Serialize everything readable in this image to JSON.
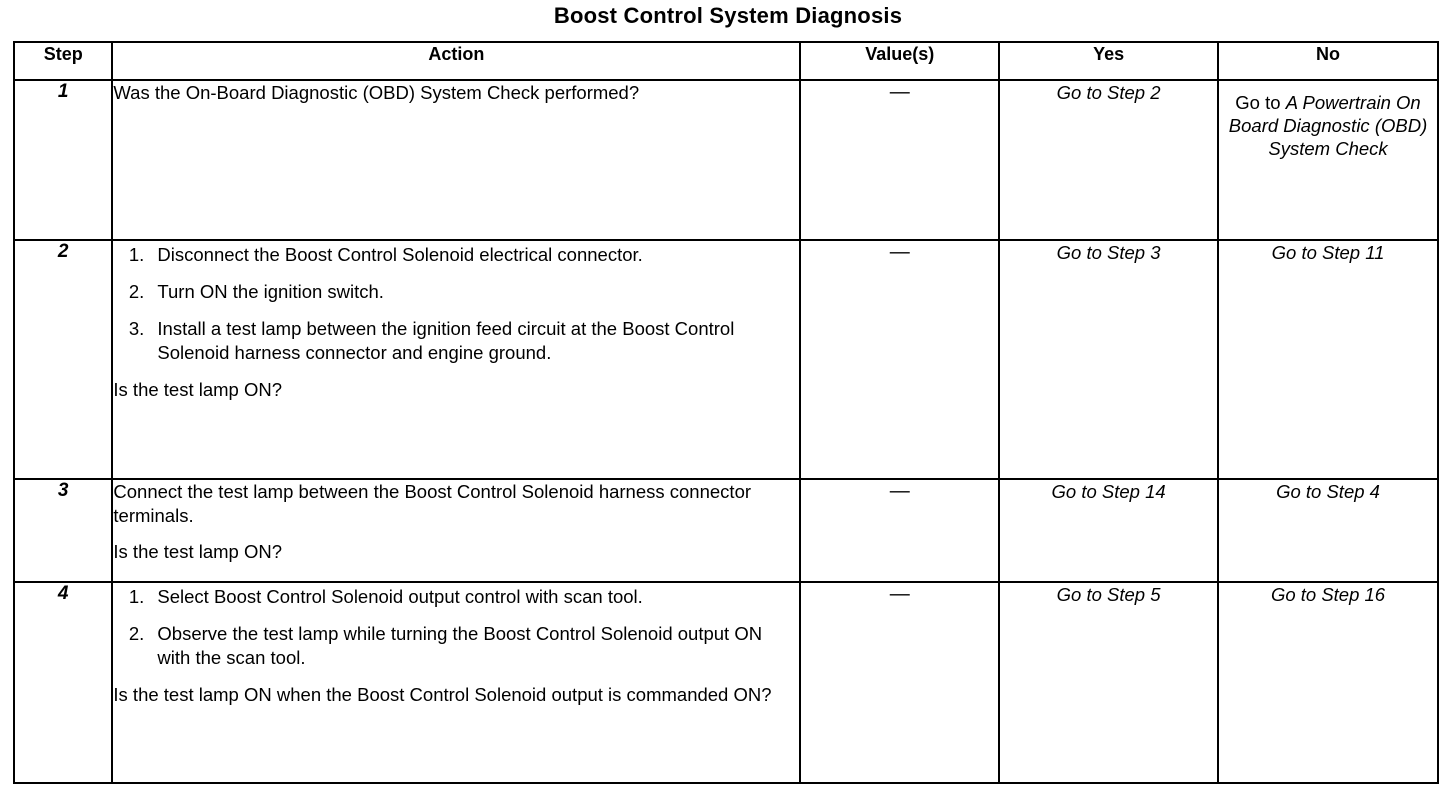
{
  "document": {
    "title": "Boost Control System Diagnosis"
  },
  "table": {
    "headers": {
      "step": "Step",
      "action": "Action",
      "value": "Value(s)",
      "yes": "Yes",
      "no": "No"
    },
    "rows": [
      {
        "step": "1",
        "action": {
          "type": "paragraph",
          "paragraph": "Was the On-Board Diagnostic (OBD) System Check performed?"
        },
        "value": "—",
        "yes": {
          "prefix": "",
          "text": "Go to Step 2"
        },
        "no": {
          "prefix": "Go to ",
          "text": "A Powertrain On Board Diagnostic (OBD) System Check"
        }
      },
      {
        "step": "2",
        "action": {
          "type": "list",
          "items": [
            "Disconnect the Boost Control Solenoid electrical connector.",
            "Turn ON the ignition switch.",
            "Install a test lamp between the ignition feed circuit at the Boost Control Solenoid harness connector and engine ground."
          ],
          "question": "Is the test lamp ON?"
        },
        "value": "—",
        "yes": {
          "prefix": "",
          "text": "Go to Step 3"
        },
        "no": {
          "prefix": "",
          "text": "Go to Step 11"
        }
      },
      {
        "step": "3",
        "action": {
          "type": "paragraph",
          "paragraph": "Connect the test lamp between the Boost Control Solenoid harness connector terminals.",
          "question": "Is the test lamp ON?"
        },
        "value": "—",
        "yes": {
          "prefix": "",
          "text": "Go to Step 14"
        },
        "no": {
          "prefix": "",
          "text": "Go to Step 4"
        }
      },
      {
        "step": "4",
        "action": {
          "type": "list",
          "items": [
            "Select Boost Control Solenoid output control with scan tool.",
            "Observe the test lamp while turning the Boost Control Solenoid output ON with the scan tool."
          ],
          "question": "Is the test lamp ON when the Boost Control Solenoid output is commanded ON?"
        },
        "value": "—",
        "yes": {
          "prefix": "",
          "text": "Go to Step 5"
        },
        "no": {
          "prefix": "",
          "text": "Go to Step 16"
        }
      }
    ]
  }
}
